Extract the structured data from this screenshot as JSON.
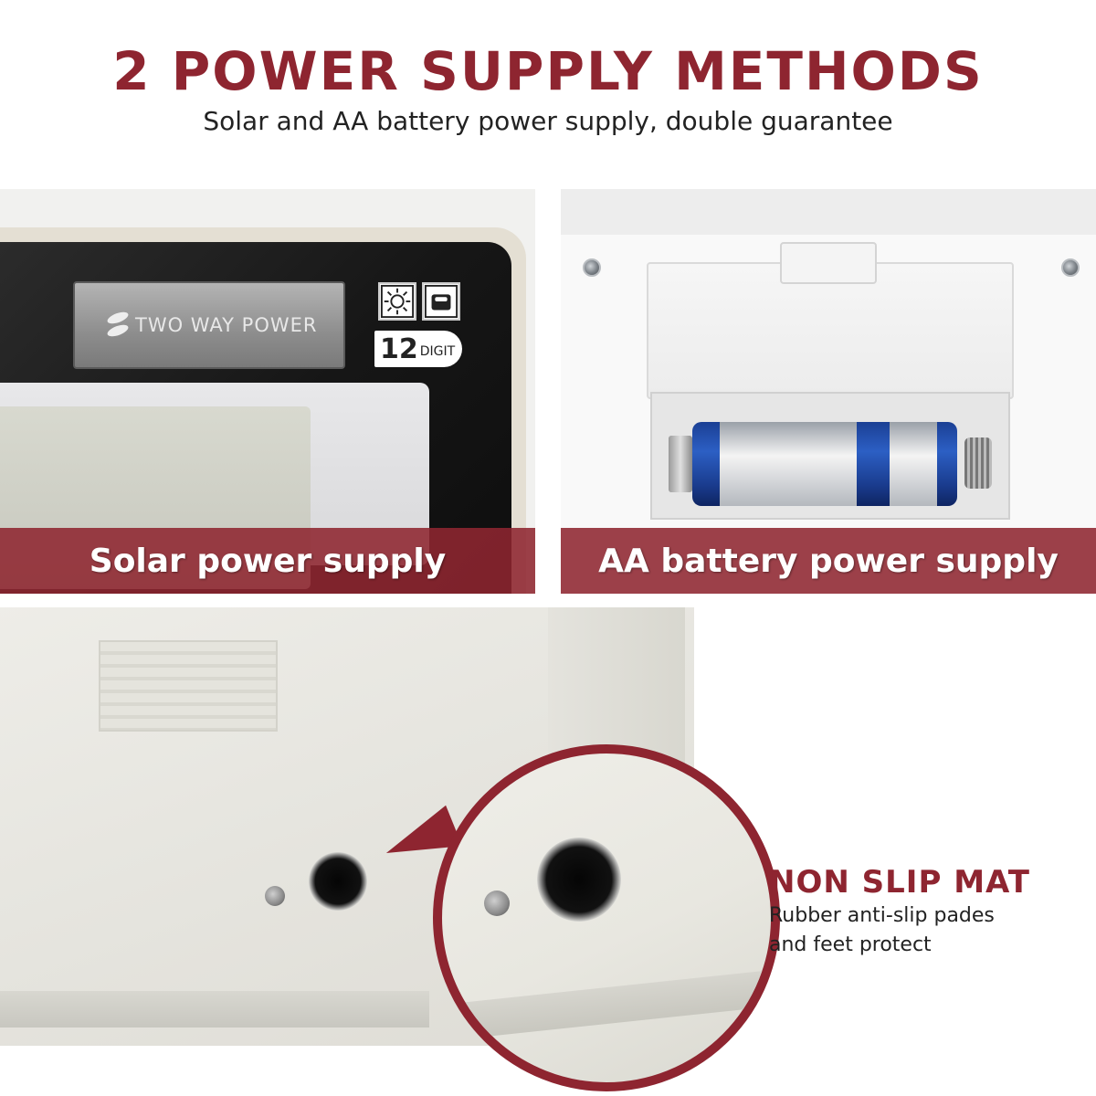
{
  "header": {
    "title": "2 POWER SUPPLY METHODS",
    "subtitle": "Solar and AA battery power supply, double guarantee"
  },
  "panel_solar": {
    "badge_text": "TWO WAY POWER",
    "digit_number": "12",
    "digit_word": "DIGIT",
    "caption": "Solar power supply"
  },
  "panel_battery": {
    "caption": "AA battery power supply"
  },
  "panel_nonslip": {
    "title": "NON SLIP MAT",
    "desc_line1": "Rubber anti-slip pades",
    "desc_line2": "and feet protect"
  },
  "colors": {
    "accent": "#8e2530",
    "text": "#222222"
  }
}
